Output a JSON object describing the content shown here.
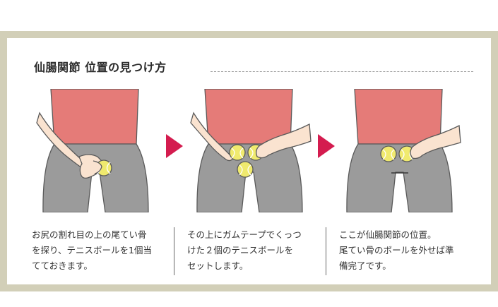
{
  "title": "仙腸関節 位置の見つけ方",
  "colors": {
    "frame": "#d2cfb8",
    "shirt": "#e57b78",
    "pants": "#9b9b9b",
    "skin": "#fae3d0",
    "ball": "#f0ea6e",
    "arrow": "#d41c4f"
  },
  "steps": [
    {
      "lines": [
        "お尻の割れ目の上の尾てい骨",
        "を探り、テニスボールを1個当",
        "てておきます。"
      ]
    },
    {
      "lines": [
        "その上にガムテープでくっつ",
        "けた２個のテニスボールを",
        "セットします。"
      ]
    },
    {
      "lines": [
        "ここが仙腸関節の位置。",
        "尾てい骨のボールを外せば準",
        "備完了です。"
      ]
    }
  ]
}
